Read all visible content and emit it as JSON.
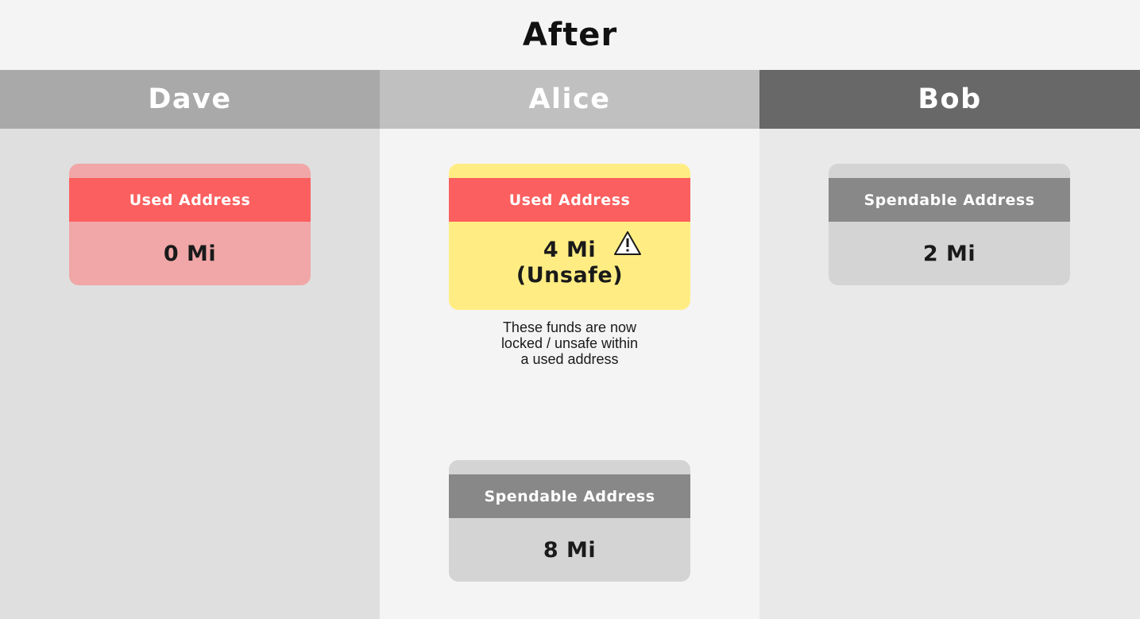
{
  "title": "After",
  "columns": {
    "dave": {
      "name": "Dave",
      "card": {
        "label": "Used Address",
        "amount": "0 Mi"
      }
    },
    "alice": {
      "name": "Alice",
      "used_card": {
        "label": "Used Address",
        "amount": "4 Mi",
        "status": "(Unsafe)",
        "icon": "warning-icon"
      },
      "note_lines": [
        "These funds are now",
        "locked / unsafe within",
        "a used address"
      ],
      "spend_card": {
        "label": "Spendable Address",
        "amount": "8 Mi"
      }
    },
    "bob": {
      "name": "Bob",
      "card": {
        "label": "Spendable Address",
        "amount": "2 Mi"
      }
    }
  },
  "colors": {
    "used_label": "#fc5f5f",
    "used_card_bg": "#f1a7a7",
    "unsafe_card_bg": "#ffed83",
    "spendable_label": "#888888",
    "spendable_card_bg": "#d4d4d4",
    "dave_header": "#a9a9a9",
    "alice_header": "#c0c0c0",
    "bob_header": "#686868"
  }
}
